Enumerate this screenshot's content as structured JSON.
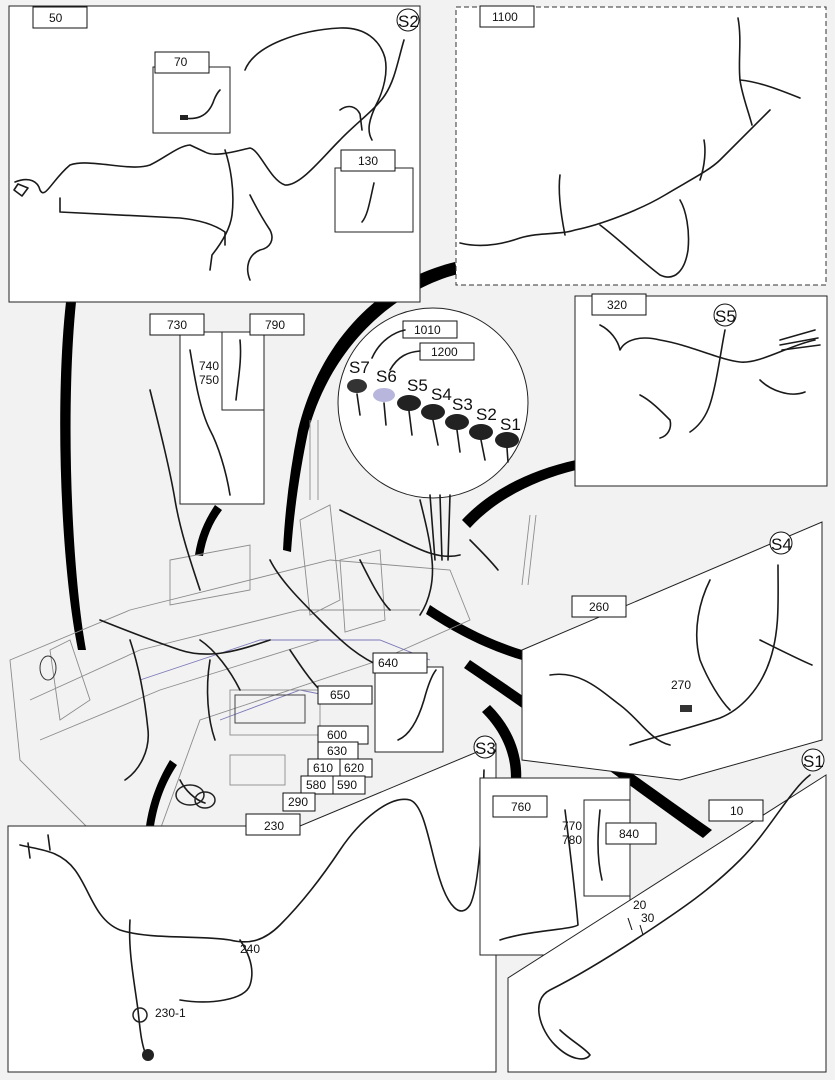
{
  "callouts": {
    "c50": "50",
    "c70": "70",
    "c130": "130",
    "c1100": "1100",
    "c730": "730",
    "c790": "790",
    "c740": "740",
    "c750": "750",
    "c320": "320",
    "c1010": "1010",
    "c1200": "1200",
    "c260": "260",
    "c270": "270",
    "c640": "640",
    "c650": "650",
    "c600": "600",
    "c630": "630",
    "c610": "610",
    "c620": "620",
    "c580": "580",
    "c590": "590",
    "c290": "290",
    "c230": "230",
    "c240": "240",
    "c230_1": "230-1",
    "c760": "760",
    "c770": "770",
    "c780": "780",
    "c840": "840",
    "c10": "10",
    "c20": "20",
    "c30": "30"
  },
  "sockets": {
    "s1": "S1",
    "s2": "S2",
    "s3": "S3",
    "s4": "S4",
    "s5": "S5",
    "s6": "S6",
    "s7": "S7"
  },
  "colors": {
    "background": "#f2f2f2",
    "ink": "#111111",
    "frame": "#8c8c8c",
    "frame_highlight": "#7b78b8"
  }
}
